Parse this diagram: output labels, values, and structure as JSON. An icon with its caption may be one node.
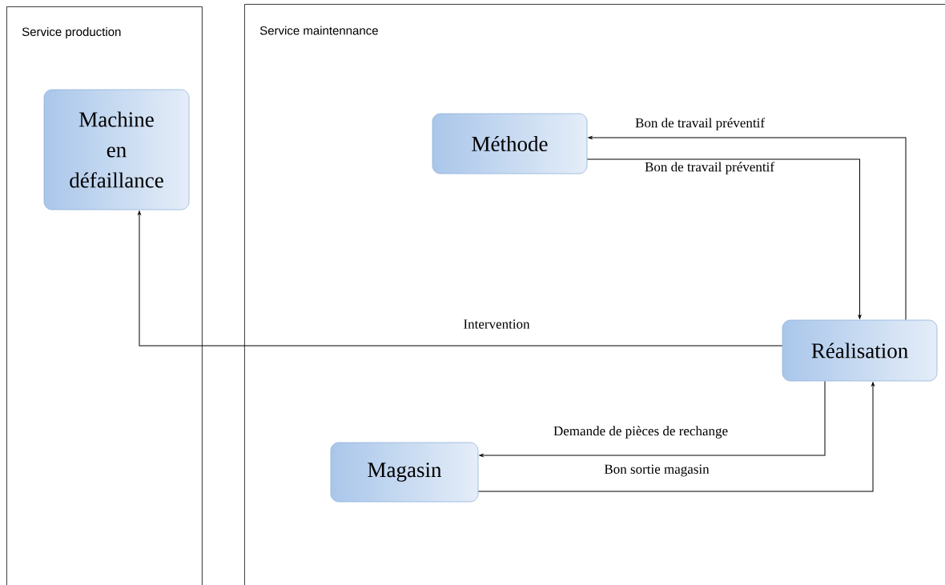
{
  "diagram": {
    "nodes": [
      {
        "text": [
          "Service production"
        ]
      },
      {
        "text": [
          "Machine en défaillance"
        ],
        "in": 0
      },
      {
        "text": [
          "Service maintennance"
        ]
      },
      {
        "text": [
          "Méthode"
        ],
        "in": 2
      },
      {
        "text": [
          "Réalisation"
        ],
        "in": 2
      },
      {
        "text": [
          "Magasin"
        ],
        "in": 2
      }
    ],
    "edges": [
      {
        "from": 4,
        "to": 1,
        "arrow": "to",
        "label": "Intervention"
      },
      {
        "from": 4,
        "to": 3,
        "arrow": "to",
        "label": "Bon de travail préventif"
      },
      {
        "from": 3,
        "to": 4,
        "arrow": "to",
        "label": "Bon de travail préventif"
      },
      {
        "from": 4,
        "to": 5,
        "arrow": "to",
        "label": "Demande de pièces de rechange"
      },
      {
        "from": 5,
        "to": 4,
        "arrow": "to",
        "label": "Bon sortie magasin"
      }
    ]
  }
}
